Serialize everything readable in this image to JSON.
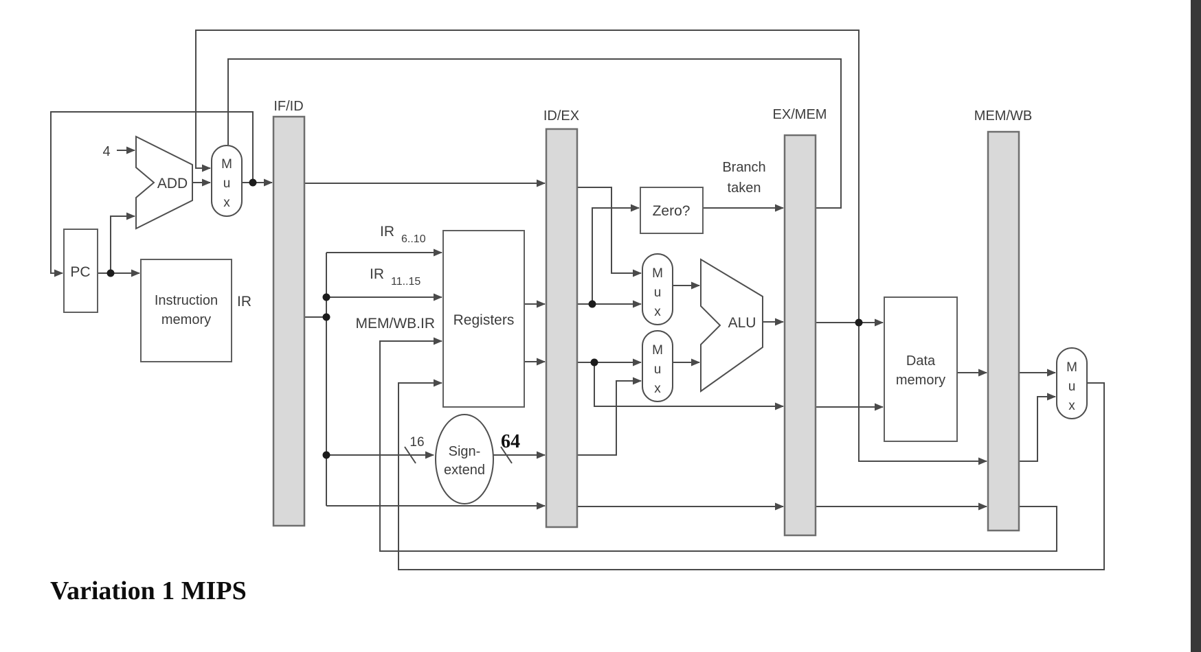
{
  "caption": "Variation 1 MIPS",
  "stage_labels": {
    "if_id": "IF/ID",
    "id_ex": "ID/EX",
    "ex_mem": "EX/MEM",
    "mem_wb": "MEM/WB"
  },
  "blocks": {
    "pc": "PC",
    "instruction_memory_1": "Instruction",
    "instruction_memory_2": "memory",
    "add": "ADD",
    "registers": "Registers",
    "sign_extend_1": "Sign-",
    "sign_extend_2": "extend",
    "zero": "Zero?",
    "alu": "ALU",
    "data_memory_1": "Data",
    "data_memory_2": "memory",
    "mux_m": "M",
    "mux_u": "u",
    "mux_x": "x"
  },
  "wire_labels": {
    "pc_increment": "4",
    "ir": "IR",
    "ir_base": "IR",
    "ir_sub_hi": "6..10",
    "ir_sub_lo": "11..15",
    "mem_wb_ir": "MEM/WB.IR",
    "branch_taken_1": "Branch",
    "branch_taken_2": "taken",
    "bus_width_in": "16",
    "bus_width_out": "64"
  },
  "colors": {
    "register_fill": "#d9d9d9",
    "register_stroke": "#6e6e6e",
    "wire": "#4a4a4a",
    "text": "#3c3c3c",
    "caption_text": "#0d0d0d",
    "right_strip": "#383838"
  }
}
